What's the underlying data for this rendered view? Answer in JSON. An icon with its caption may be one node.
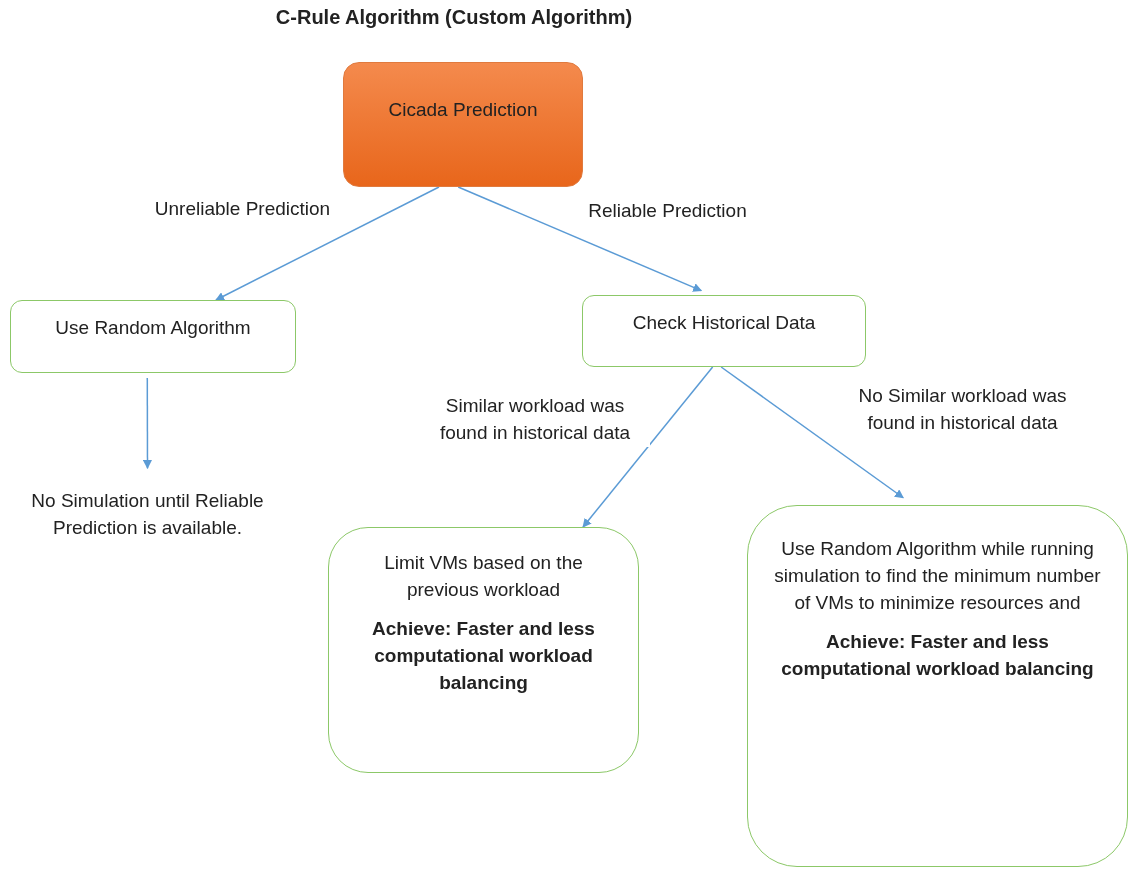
{
  "diagram": {
    "title": "C-Rule Algorithm (Custom Algorithm)",
    "nodes": [
      {
        "text": [
          "Cicada Prediction"
        ]
      },
      {
        "text": [
          "Use Random Algorithm"
        ]
      },
      {
        "text": [
          "Check Historical Data"
        ]
      },
      {
        "text": [
          "No Simulation until Reliable Prediction is available."
        ]
      },
      {
        "text": [
          "Limit VMs based on the previous workload",
          "Achieve: Faster and less computational workload balancing"
        ]
      },
      {
        "text": [
          "Use Random Algorithm while running simulation to find the minimum number of VMs to minimize resources and",
          "Achieve: Faster and less computational workload balancing"
        ]
      }
    ],
    "edges": [
      {
        "from": 0,
        "to": 1,
        "arrow": "to",
        "label": "Unreliable Prediction"
      },
      {
        "from": 0,
        "to": 2,
        "arrow": "to",
        "label": "Reliable Prediction"
      },
      {
        "from": 1,
        "to": 3,
        "arrow": "to"
      },
      {
        "from": 2,
        "to": 4,
        "arrow": "to",
        "label": "Similar workload was found in historical data"
      },
      {
        "from": 2,
        "to": 5,
        "arrow": "to",
        "label": "No Similar workload was found in historical data"
      }
    ]
  }
}
